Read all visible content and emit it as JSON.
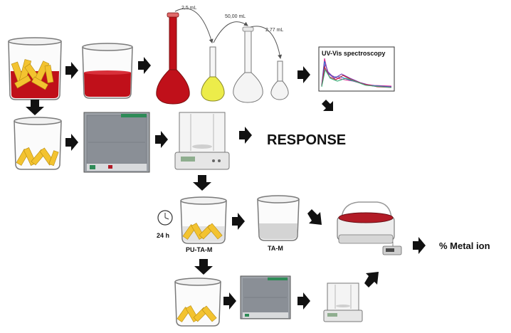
{
  "labels": {
    "vol1": "2,5 mL",
    "vol2": "50,00 mL",
    "vol3": "2,77 mL",
    "uv_vis": "UV-Vis spectroscopy",
    "response": "RESPONSE",
    "time": "24 h",
    "pu_ta_m": "PU-TA-M",
    "ta_m": "TA-M",
    "result": "% Metal ion"
  },
  "colors": {
    "red_solution": "#c0101a",
    "yellow_solution": "#ecec4a",
    "foam": "#f3c330",
    "arrow": "#111111",
    "oven": "#8a8f96",
    "balance": "#e6e6e6",
    "oven_green": "#2e8b57",
    "instrument_red": "#b21b26"
  },
  "icons": [
    "beaker-icon",
    "volumetric-flask-icon",
    "oven-icon",
    "analytical-balance-icon",
    "clock-icon",
    "rotary-evaporator-icon",
    "arrow-icon",
    "spectrum-plot-icon"
  ]
}
